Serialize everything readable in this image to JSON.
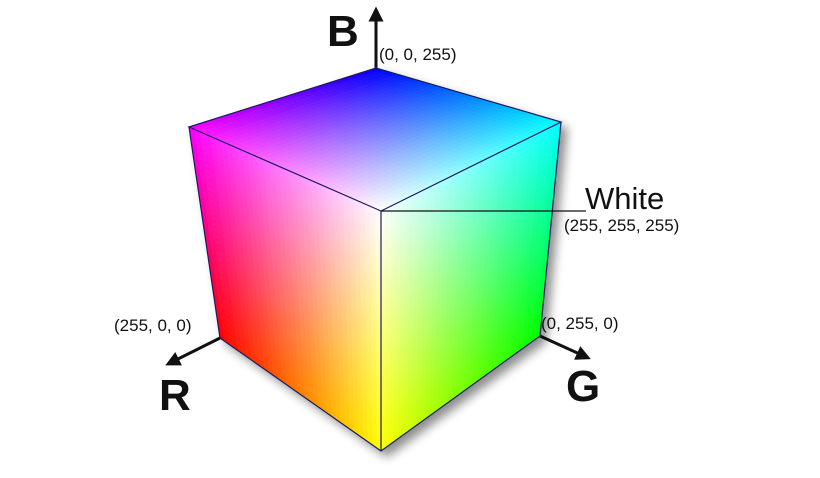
{
  "axes": {
    "blue": {
      "label": "B",
      "coord": "(0, 0, 255)",
      "color": "#0000ff"
    },
    "red": {
      "label": "R",
      "coord": "(255, 0, 0)",
      "color": "#ff0000"
    },
    "green": {
      "label": "G",
      "coord": "(0, 255, 0)",
      "color": "#00ff00"
    }
  },
  "white": {
    "label": "White",
    "coord": "(255, 255, 255)",
    "color": "#ffffff"
  },
  "corners": {
    "cyan": "#00ffff",
    "magenta": "#ff00ff",
    "yellow": "#ffff00"
  }
}
